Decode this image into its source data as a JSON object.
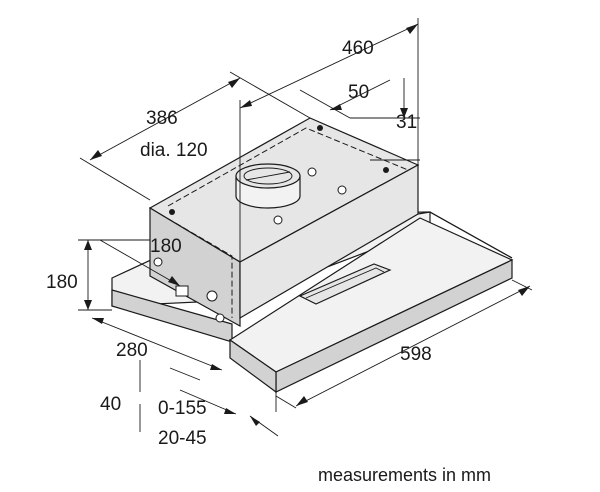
{
  "dimensions": {
    "width_460": "460",
    "depth_386": "386",
    "offset_50": "50",
    "offset_31": "31",
    "duct_diameter": "dia. 120",
    "inner_180": "180",
    "height_180": "180",
    "depth_280": "280",
    "height_40": "40",
    "travel_0_155": "0-155",
    "front_20_45": "20-45",
    "width_598": "598"
  },
  "caption": "measurements in mm",
  "colors": {
    "line": "#1a1a1a",
    "shade_light": "#e6e6e6",
    "shade_dark": "#d2d2d2"
  }
}
